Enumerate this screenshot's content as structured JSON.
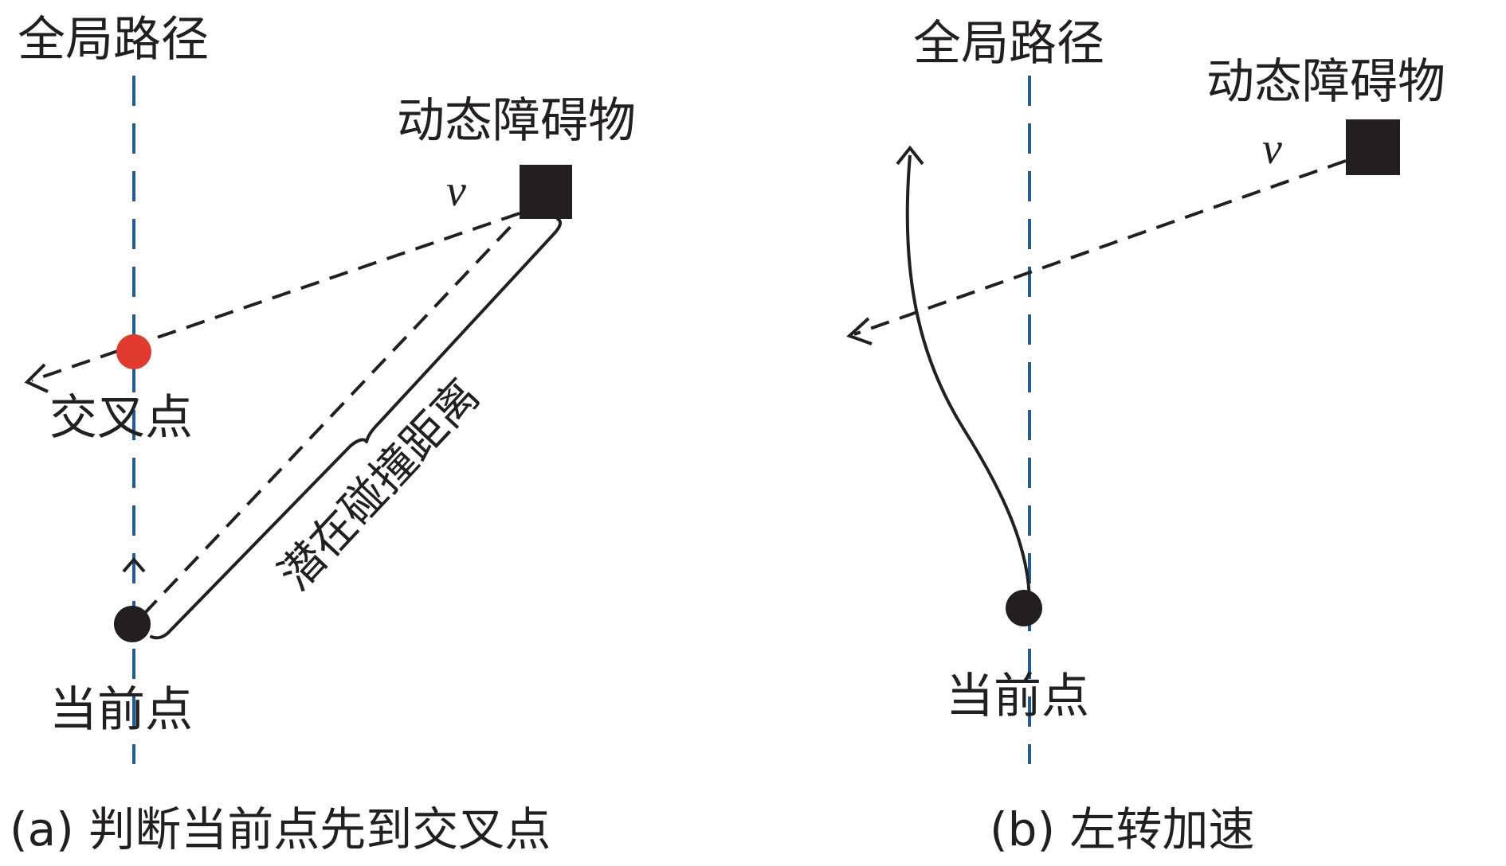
{
  "panel_a": {
    "global_path_label": "全局路径",
    "obstacle_label": "动态障碍物",
    "velocity_label": "v",
    "intersection_label": "交叉点",
    "collision_distance_label": "潜在碰撞距离",
    "current_point_label": "当前点",
    "caption": "(a) 判断当前点先到交叉点"
  },
  "panel_b": {
    "global_path_label": "全局路径",
    "obstacle_label": "动态障碍物",
    "velocity_label": "v",
    "current_point_label": "当前点",
    "caption": "(b) 左转加速"
  },
  "colors": {
    "path_line": "#1f5c99",
    "ink": "#231f20",
    "intersection_dot": "#e03a2f"
  }
}
